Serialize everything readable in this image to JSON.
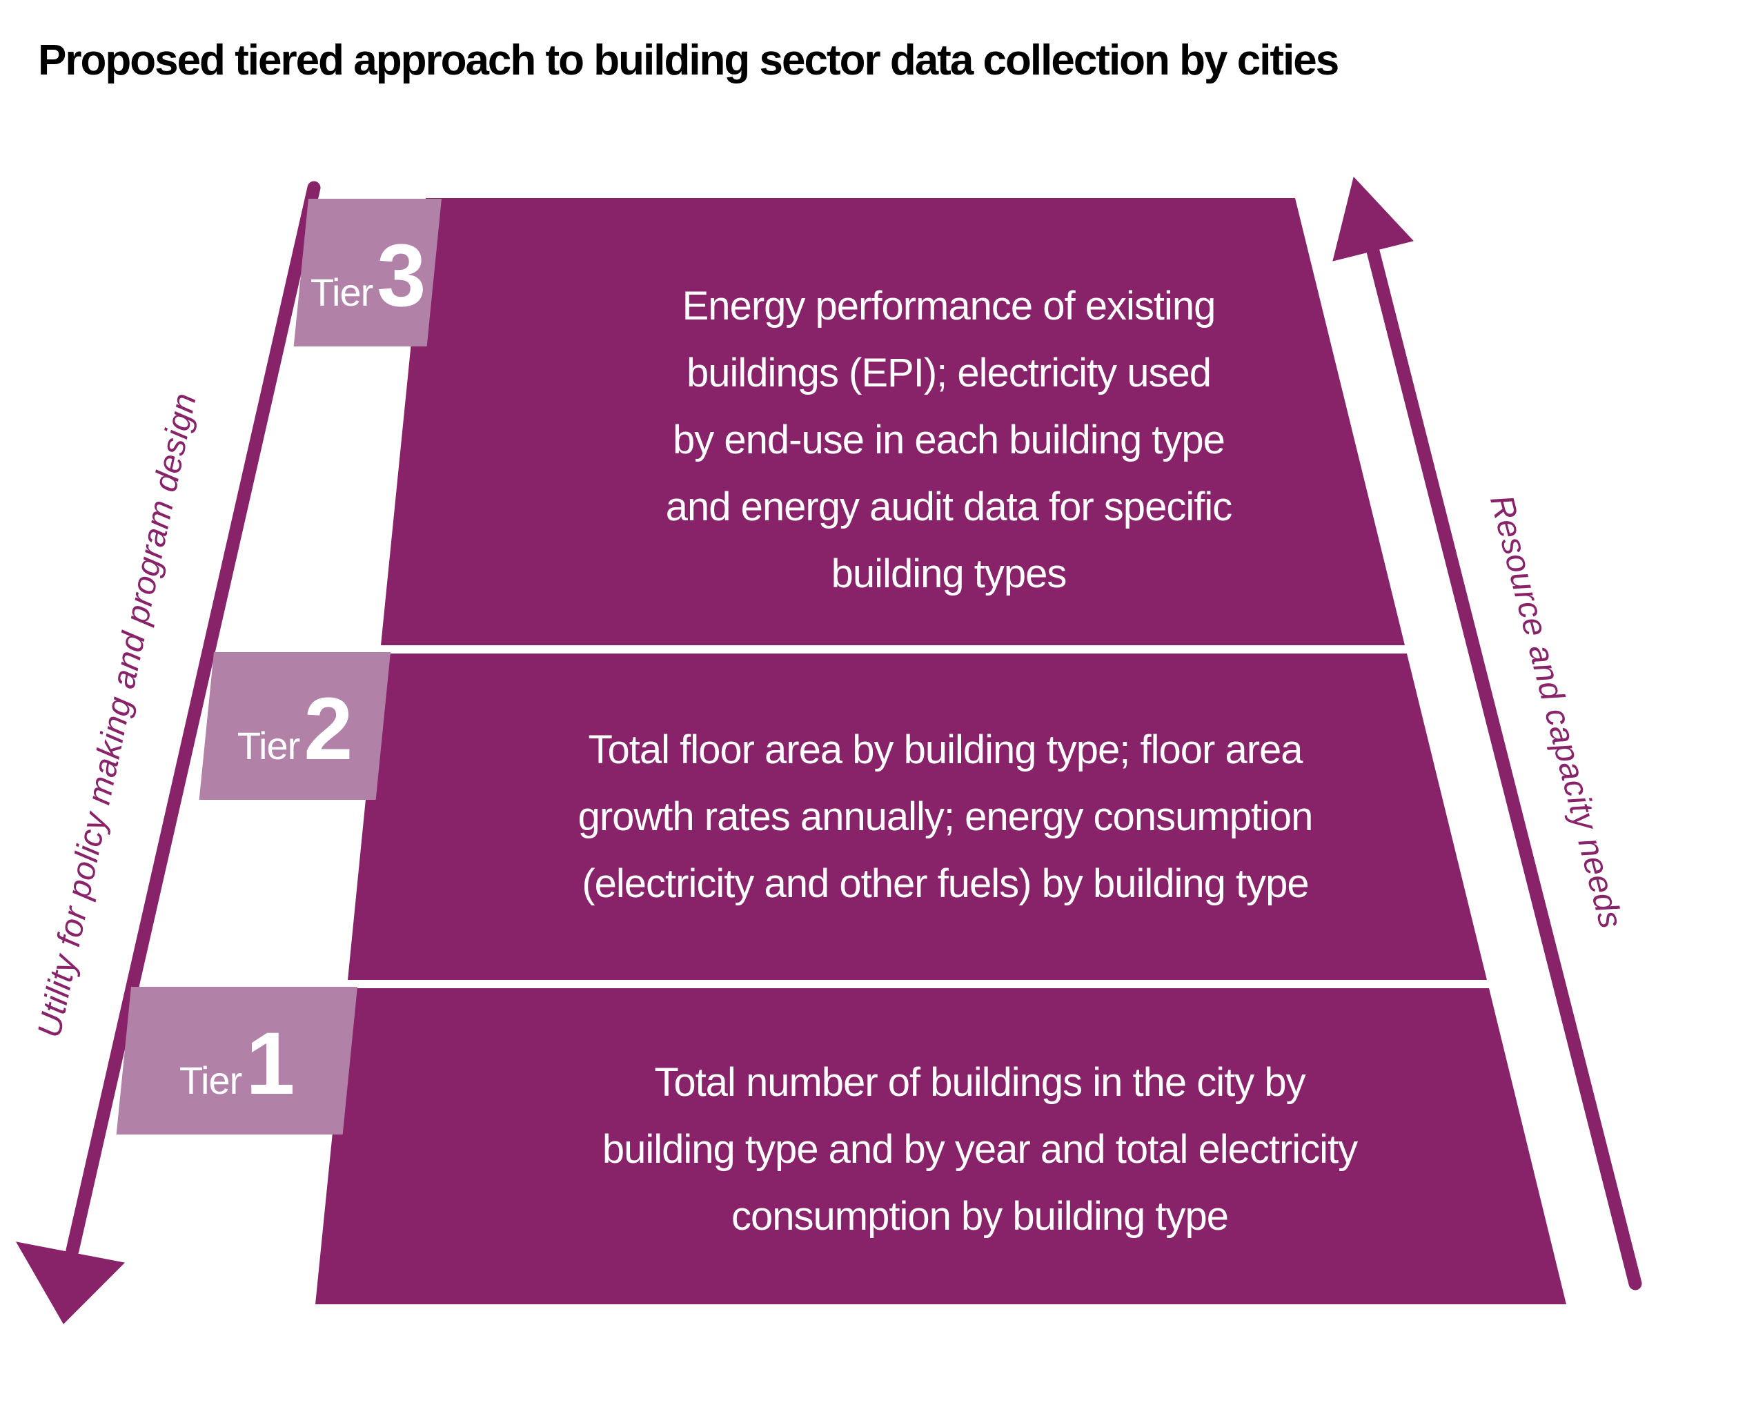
{
  "title": "Proposed tiered approach to building sector data collection by cities",
  "axes": {
    "left_label": "Utility for policy making and program design",
    "right_label": "Resource and capacity needs"
  },
  "tiers": [
    {
      "label": "Tier",
      "number": "3",
      "lines": [
        "Energy performance of existing",
        "buildings (EPI); electricity used",
        "by end-use in each building type",
        "and energy audit data for specific",
        "building types"
      ]
    },
    {
      "label": "Tier",
      "number": "2",
      "lines": [
        "Total floor area by building type; floor area",
        "growth rates annually; energy consumption",
        "(electricity and other fuels) by building type"
      ]
    },
    {
      "label": "Tier",
      "number": "1",
      "lines": [
        "Total number of buildings in the city by",
        "building type and by year and total electricity",
        "consumption by building type"
      ]
    }
  ],
  "colors": {
    "primary_purple": "#892369",
    "label_purple": "#b181a8",
    "text_on_dark": "#ffffff",
    "title_text": "#000000"
  }
}
